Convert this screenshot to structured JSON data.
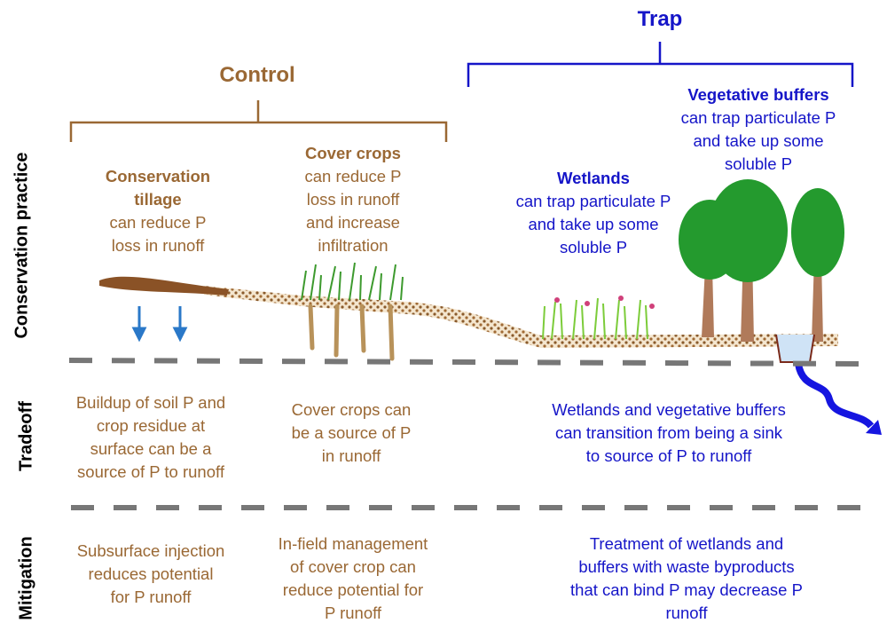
{
  "groups": {
    "control": "Control",
    "trap": "Trap"
  },
  "rows": {
    "practice": "Conservation practice",
    "tradeoff": "Tradeoff",
    "mitigation": "Mitigation"
  },
  "practice": {
    "tillage": {
      "title": "Conservation tillage",
      "lines": [
        "can reduce P",
        "loss in runoff"
      ]
    },
    "cover": {
      "title": "Cover crops",
      "lines": [
        "can reduce P",
        "loss in runoff",
        "and increase",
        "infiltration"
      ]
    },
    "wetlands": {
      "title": "Wetlands",
      "lines": [
        "can trap particulate P",
        "and take up some",
        "soluble P"
      ]
    },
    "buffers": {
      "title": "Vegetative buffers",
      "lines": [
        "can trap particulate P",
        "and take up some",
        "soluble P"
      ]
    }
  },
  "tradeoff": {
    "tillage": [
      "Buildup of soil P and",
      "crop residue at",
      "surface can be a",
      "source of P to runoff"
    ],
    "cover": [
      "Cover crops can",
      "be a source of P",
      "in runoff"
    ],
    "trap": [
      "Wetlands and vegetative buffers",
      "can transition from being a sink",
      "to source of P to runoff"
    ]
  },
  "mitigation": {
    "tillage": [
      "Subsurface injection",
      "reduces potential",
      "for P runoff"
    ],
    "cover": [
      "In-field management",
      "of cover crop can",
      "reduce potential for",
      "P runoff"
    ],
    "trap": [
      "Treatment of wetlands and",
      "buffers with waste byproducts",
      "that can bind P may decrease P",
      "runoff"
    ]
  },
  "colors": {
    "control": "#9a6834",
    "trap": "#1515c8",
    "arrow": "#2a78c8",
    "divider": "#777777"
  }
}
